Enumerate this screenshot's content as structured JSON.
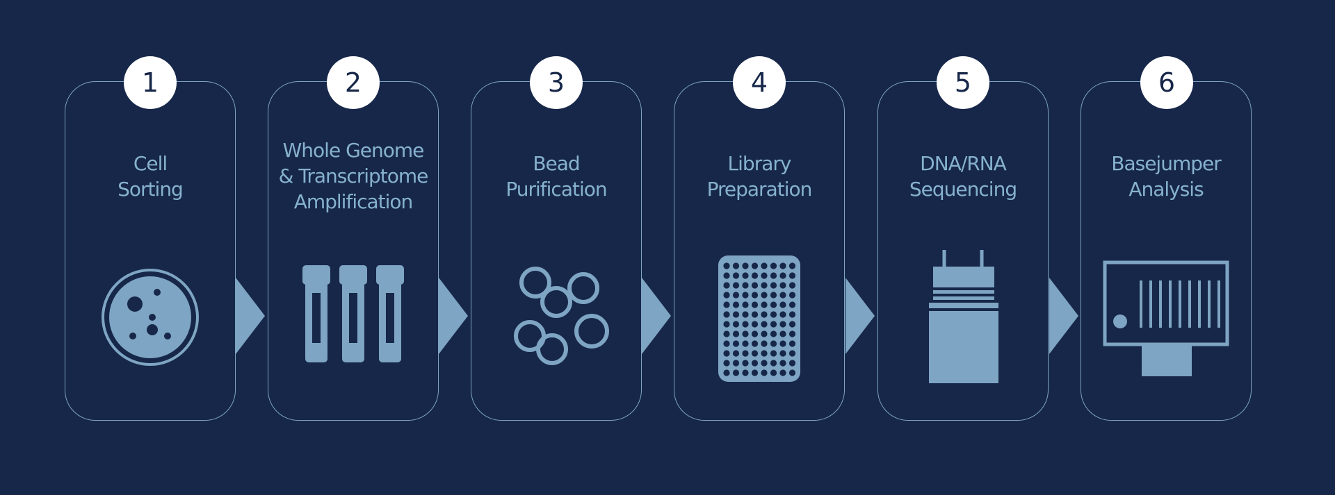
{
  "steps": [
    {
      "number": "1",
      "lines": [
        "Cell",
        "Sorting"
      ],
      "icon": "petri-dish-icon"
    },
    {
      "number": "2",
      "lines": [
        "Whole Genome",
        "& Transcriptome",
        "Amplification"
      ],
      "icon": "test-tubes-icon"
    },
    {
      "number": "3",
      "lines": [
        "Bead",
        "Purification"
      ],
      "icon": "beads-icon"
    },
    {
      "number": "4",
      "lines": [
        "Library",
        "Preparation"
      ],
      "icon": "well-plate-icon"
    },
    {
      "number": "5",
      "lines": [
        "DNA/RNA",
        "Sequencing"
      ],
      "icon": "sequencer-icon"
    },
    {
      "number": "6",
      "lines": [
        "Basejumper",
        "Analysis"
      ],
      "icon": "analysis-screen-icon"
    }
  ],
  "colors": {
    "background": "#172749",
    "accent": "#7ea5c3",
    "text": "#86b2cf",
    "badge": "#ffffff"
  }
}
